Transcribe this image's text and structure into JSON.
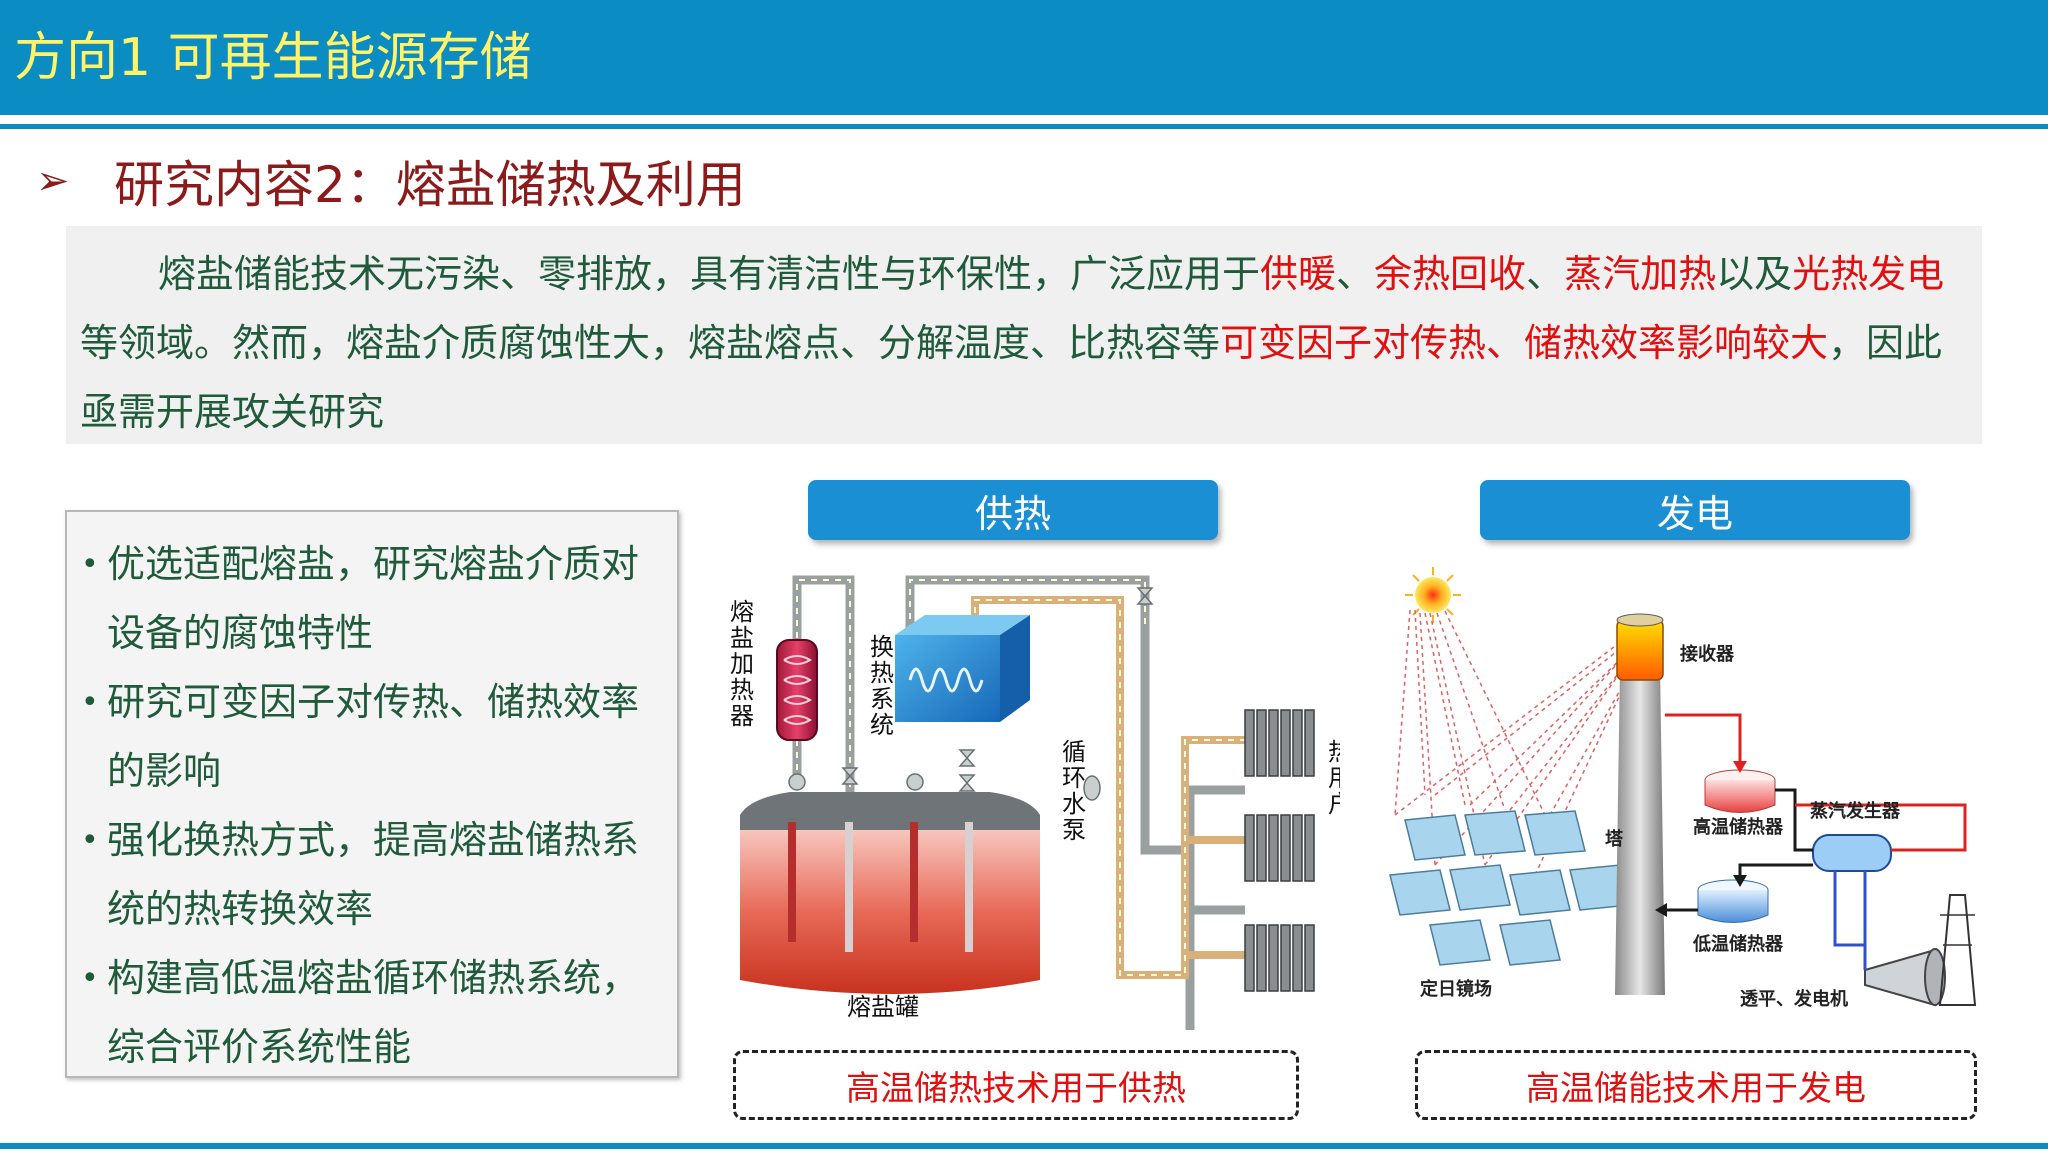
{
  "header": {
    "title": "方向1 可再生能源存储"
  },
  "section": {
    "arrow": "➢",
    "title": "研究内容2：熔盐储热及利用"
  },
  "intro": {
    "t1": "熔盐储能技术无污染、零排放，具有清洁性与环保性，广泛应用于",
    "r1": "供暖",
    "t2": "、",
    "r2": "余热回收",
    "t3": "、",
    "r3": "蒸汽加热",
    "t4": "以及",
    "r4": "光热发电",
    "t5": "等领域。然而，熔盐介质腐蚀性大，熔盐熔点、分解温度、比热容等",
    "r5": "可变因子对传热、储热效率影响较大",
    "t6": "，因此亟需开展攻关研究"
  },
  "bullets": {
    "dot": "•",
    "items": [
      "优选适配熔盐，研究熔盐介质对设备的腐蚀特性",
      "研究可变因子对传热、储热效率的影响",
      "强化换热方式，提高熔盐储热系统的热转换效率",
      "构建高低温熔盐循环储热系统，综合评价系统性能"
    ]
  },
  "heat": {
    "pill": "供热",
    "caption": "高温储热技术用于供热",
    "labels": {
      "heater": "熔盐加热器",
      "exchanger": "换热系统",
      "pump": "循环水泵",
      "user": "热用户",
      "tank": "熔盐罐"
    }
  },
  "power": {
    "pill": "发电",
    "caption": "高温储能技术用于发电",
    "labels": {
      "receiver": "接收器",
      "tower": "塔",
      "hot_tank": "高温储热器",
      "steam": "蒸汽发生器",
      "cold_tank": "低温储热器",
      "field": "定日镜场",
      "turbine": "透平、发电机"
    }
  },
  "colors": {
    "header": "#0b8dc4",
    "title_yellow": "#fff36a",
    "accent_red": "#e01010",
    "text_green": "#1f5a3a",
    "section_red": "#8b1a1a"
  }
}
